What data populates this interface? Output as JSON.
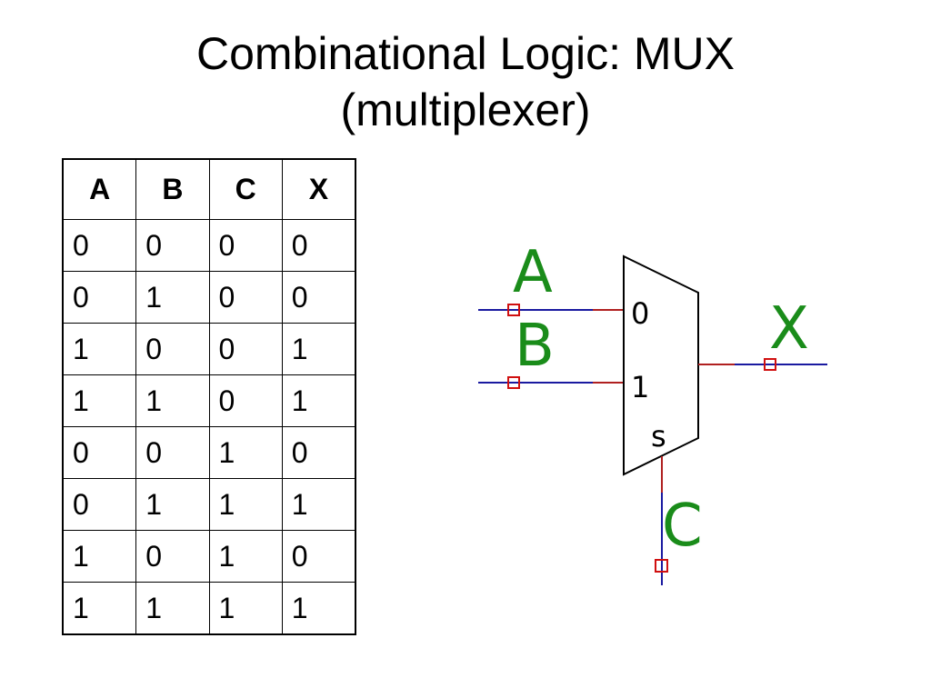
{
  "title": {
    "line1": "Combinational Logic: MUX",
    "line2": "(multiplexer)"
  },
  "truth_table": {
    "headers": [
      "A",
      "B",
      "C",
      "X"
    ],
    "rows": [
      [
        "0",
        "0",
        "0",
        "0"
      ],
      [
        "0",
        "1",
        "0",
        "0"
      ],
      [
        "1",
        "0",
        "0",
        "1"
      ],
      [
        "1",
        "1",
        "0",
        "1"
      ],
      [
        "0",
        "0",
        "1",
        "0"
      ],
      [
        "0",
        "1",
        "1",
        "1"
      ],
      [
        "1",
        "0",
        "1",
        "0"
      ],
      [
        "1",
        "1",
        "1",
        "1"
      ]
    ]
  },
  "mux": {
    "input_a_label": "A",
    "input_b_label": "B",
    "output_label": "X",
    "select_label": "C",
    "port_0_label": "0",
    "port_1_label": "1",
    "select_port_label": "s"
  },
  "colors": {
    "wire_blue": "#1a1aa0",
    "wire_red": "#b02020",
    "label_green": "#1a8c1a",
    "terminal_red": "#d01010"
  }
}
